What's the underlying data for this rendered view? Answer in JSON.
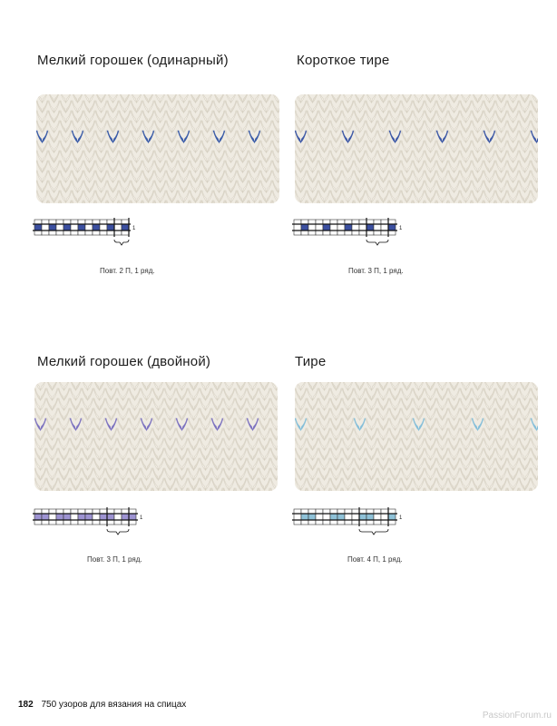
{
  "patterns": [
    {
      "title": "Мелкий горошек (одинарный)",
      "repeat_label": "Повт. 2 П, 1 ряд.",
      "yarn_color": "#3b5ca8",
      "chart_fill": [
        "#3b4fa0",
        "#ffffff",
        "#3b4fa0",
        "#ffffff",
        "#3b4fa0",
        "#ffffff",
        "#3b4fa0",
        "#ffffff",
        "#3b4fa0",
        "#ffffff",
        "#3b4fa0",
        "#ffffff",
        "#3b4fa0"
      ],
      "stitches_shown": 8,
      "row_number": "1"
    },
    {
      "title": "Короткое тире",
      "repeat_label": "Повт. 3 П, 1 ряд.",
      "yarn_color": "#3d58a6",
      "chart_fill": [
        "#ffffff",
        "#3b4fa0",
        "#ffffff",
        "#ffffff",
        "#3b4fa0",
        "#ffffff",
        "#ffffff",
        "#3b4fa0",
        "#ffffff",
        "#ffffff",
        "#3b4fa0",
        "#ffffff",
        "#ffffff",
        "#3b4fa0"
      ],
      "stitches_shown": 5,
      "row_number": "1"
    },
    {
      "title": "Мелкий горошек (двойной)",
      "repeat_label": "Повт. 3 П, 1 ряд.",
      "yarn_color": "#7e74c0",
      "chart_fill": [
        "#9d93d2",
        "#9d93d2",
        "#ffffff",
        "#9d93d2",
        "#9d93d2",
        "#ffffff",
        "#9d93d2",
        "#9d93d2",
        "#ffffff",
        "#9d93d2",
        "#9d93d2",
        "#ffffff",
        "#9d93d2",
        "#9d93d2"
      ],
      "stitches_shown": 6,
      "row_number": "1"
    },
    {
      "title": "Тире",
      "repeat_label": "Повт. 4 П, 1 ряд.",
      "yarn_color": "#86bfd9",
      "chart_fill": [
        "#ffffff",
        "#8fc2d8",
        "#8fc2d8",
        "#ffffff",
        "#ffffff",
        "#8fc2d8",
        "#8fc2d8",
        "#ffffff",
        "#ffffff",
        "#8fc2d8",
        "#8fc2d8",
        "#ffffff",
        "#ffffff",
        "#8fc2d8"
      ],
      "stitches_shown": 4,
      "row_number": "1"
    }
  ],
  "footer": {
    "page_number": "182",
    "book_title": "750 узоров для вязания на спицах"
  },
  "watermark": "PassionForum.ru"
}
